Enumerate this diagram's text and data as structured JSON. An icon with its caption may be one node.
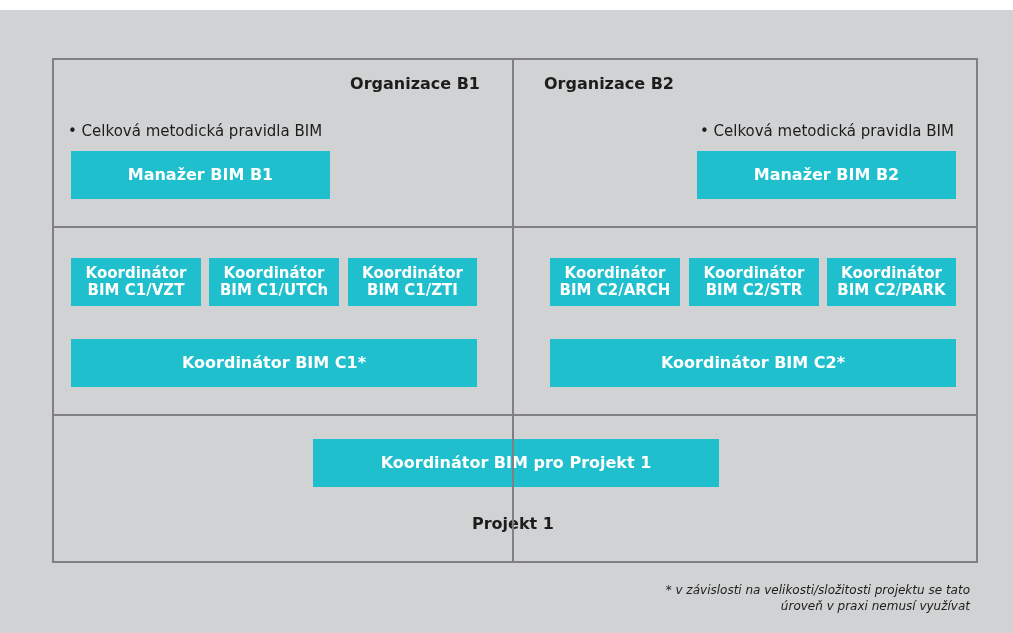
{
  "diagram": {
    "nodes": [
      {
        "text": [
          "Organizace B1",
          "• Celková metodická pravidla BIM"
        ]
      },
      {
        "text": [
          "Manažer BIM B1"
        ],
        "in": 0
      },
      {
        "text": [
          "Organizace B2",
          "• Celková metodická pravidla BIM"
        ]
      },
      {
        "text": [
          "Manažer BIM B2"
        ],
        "in": 2
      },
      {
        "text": [],
        "shape": "box"
      },
      {
        "text": [
          "Koordinátor BIM C1/VZT"
        ],
        "in": 4
      },
      {
        "text": [
          "Koordinátor BIM C1/UTCh"
        ],
        "in": 4
      },
      {
        "text": [
          "Koordinátor BIM C1/ZTI"
        ],
        "in": 4
      },
      {
        "text": [
          "Koordinátor BIM C1*"
        ],
        "in": 4
      },
      {
        "text": [],
        "shape": "box"
      },
      {
        "text": [
          "Koordinátor BIM C2/ARCH"
        ],
        "in": 9
      },
      {
        "text": [
          "Koordinátor BIM C2/STR"
        ],
        "in": 9
      },
      {
        "text": [
          "Koordinátor BIM C2/PARK"
        ],
        "in": 9
      },
      {
        "text": [
          "Koordinátor BIM C2*"
        ],
        "in": 9
      },
      {
        "text": [
          "Projekt 1"
        ]
      },
      {
        "text": [
          "Koordinátor BIM pro Projekt 1"
        ],
        "in": 14
      }
    ],
    "edges": [],
    "labels": [
      "* v závislosti na velikosti/složitosti projektu se tato úroveň v praxi nemusí využívat"
    ]
  }
}
